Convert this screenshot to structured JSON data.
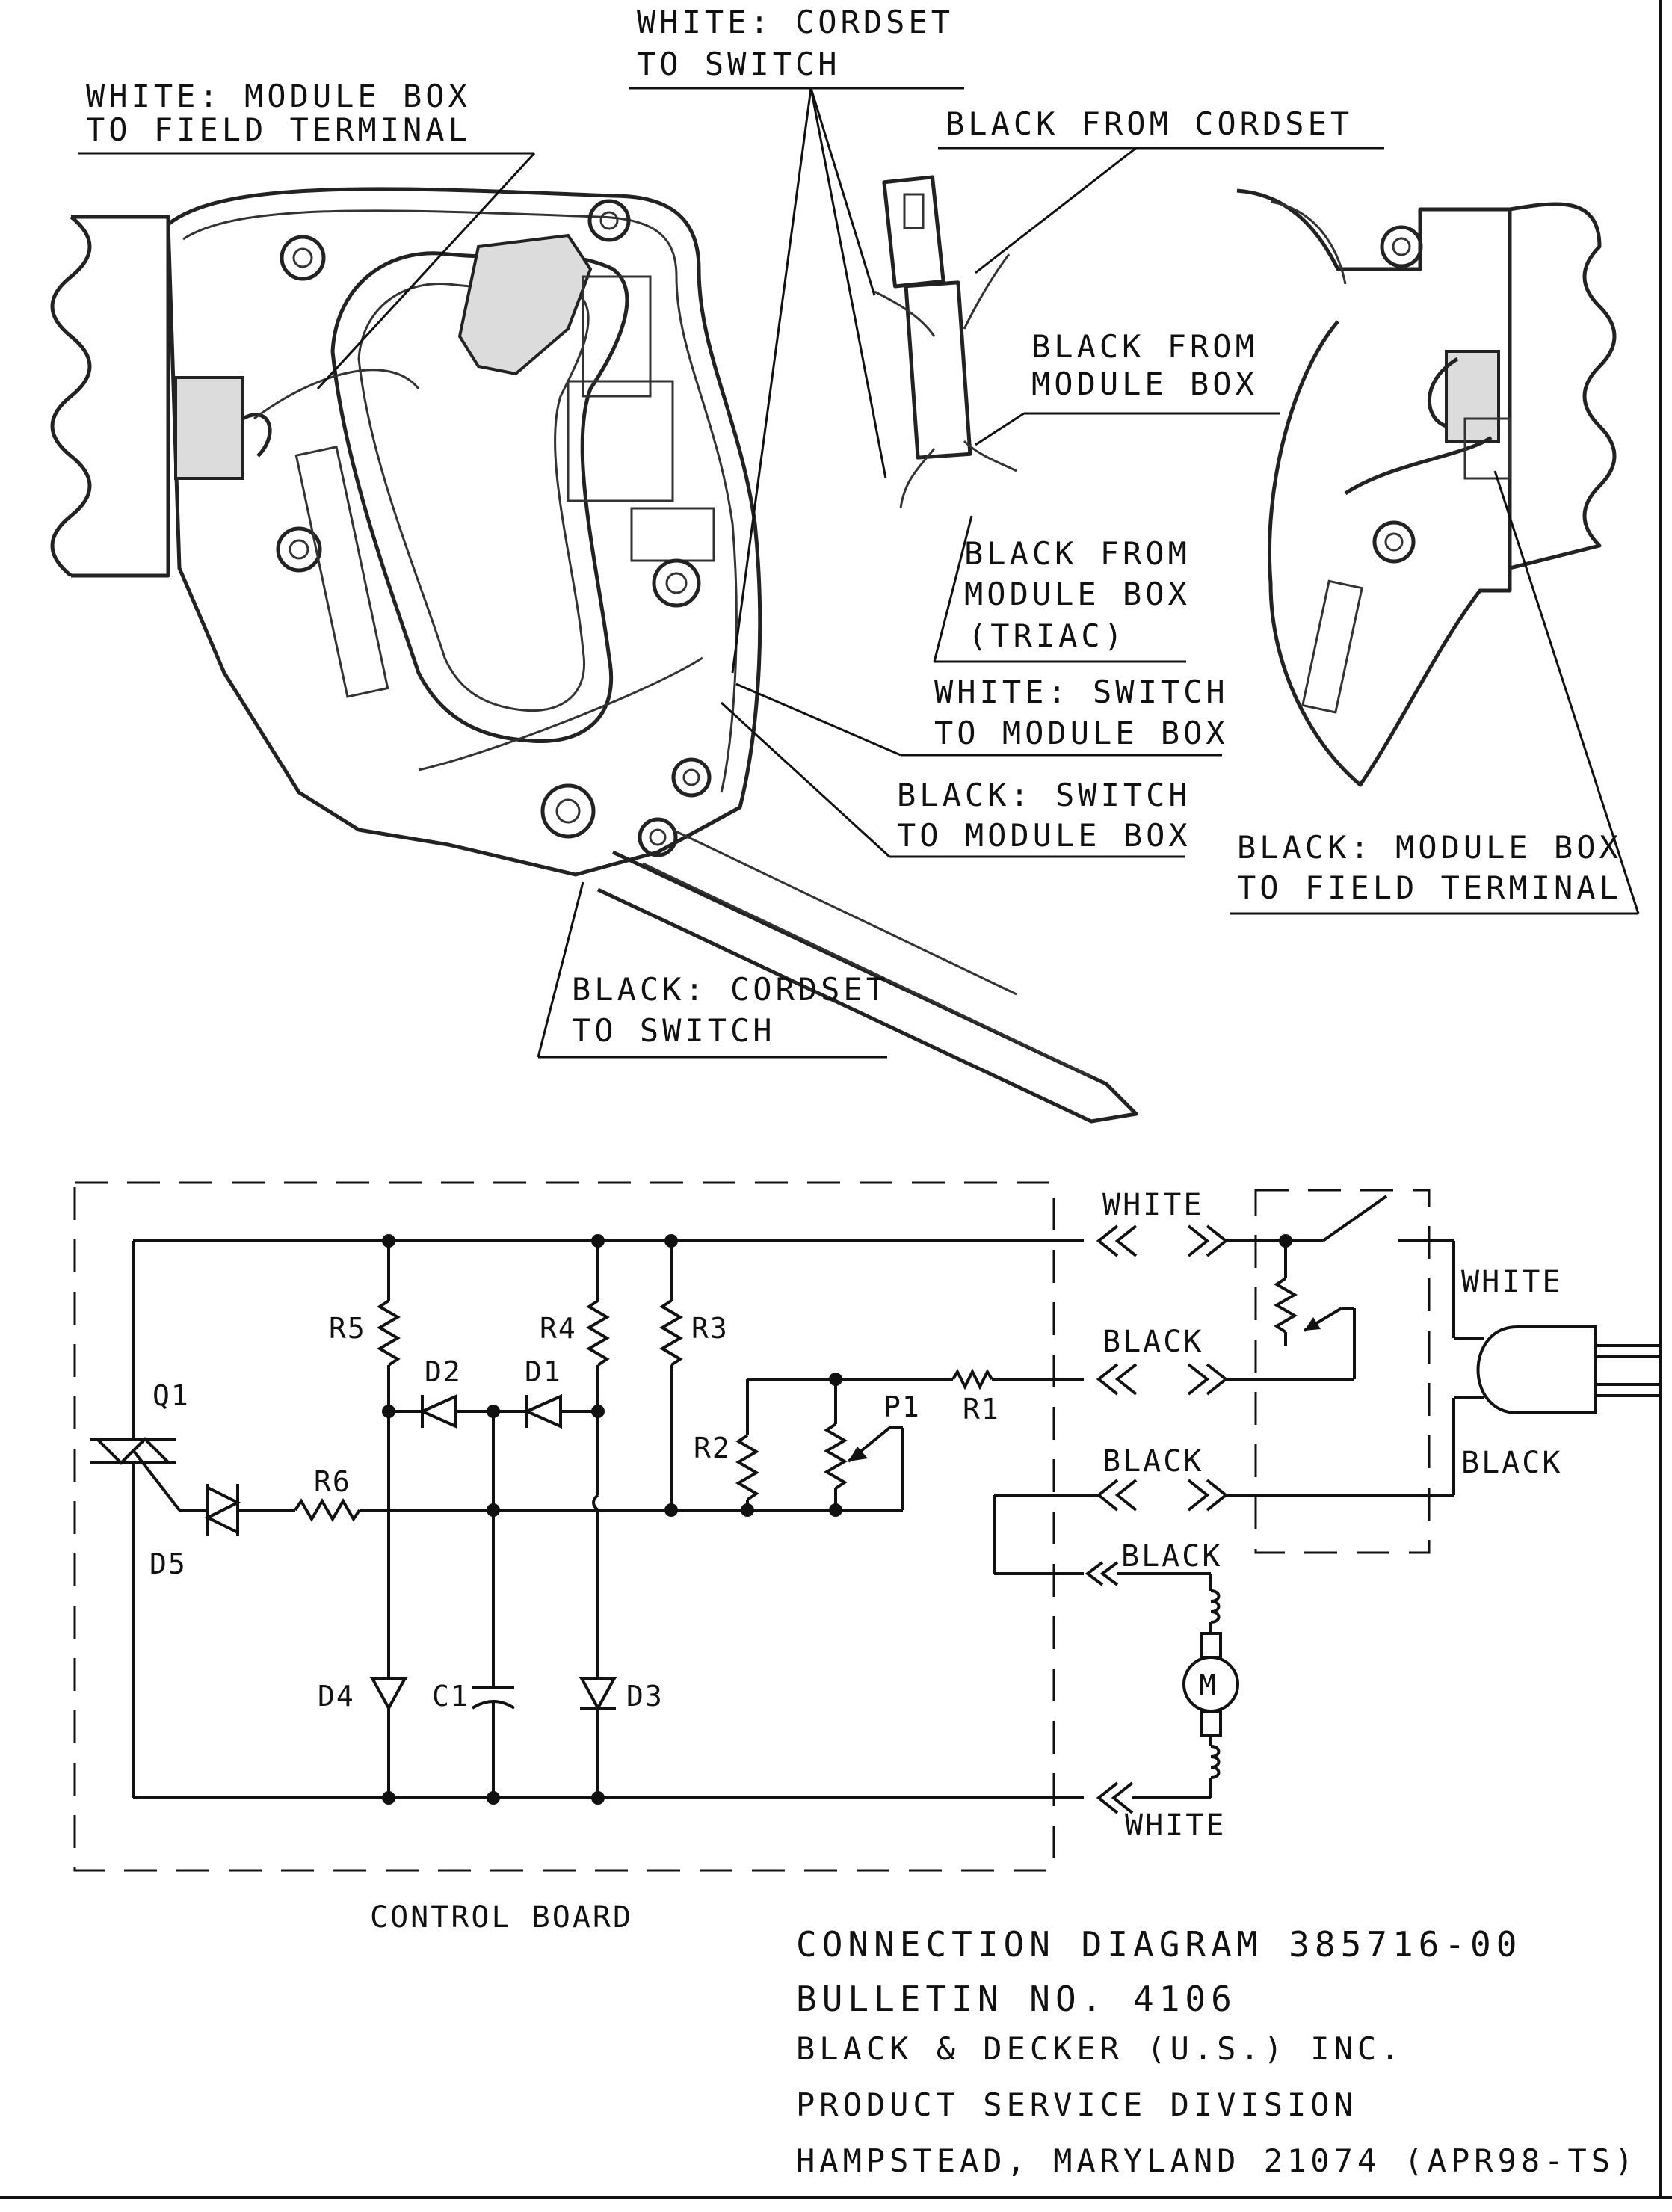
{
  "callouts": {
    "white_cordset_switch": [
      "WHITE: CORDSET",
      "TO SWITCH"
    ],
    "white_module_field": [
      "WHITE: MODULE BOX",
      "TO FIELD TERMINAL"
    ],
    "black_from_cordset": "BLACK FROM CORDSET",
    "black_from_module": [
      "BLACK FROM",
      "MODULE BOX"
    ],
    "black_from_module_triac": [
      "BLACK FROM",
      "MODULE BOX",
      "(TRIAC)"
    ],
    "white_switch_module": [
      "WHITE: SWITCH",
      "TO MODULE BOX"
    ],
    "black_switch_module": [
      "BLACK: SWITCH",
      "TO MODULE BOX"
    ],
    "black_module_field": [
      "BLACK: MODULE BOX",
      "TO FIELD TERMINAL"
    ],
    "black_cordset_switch": [
      "BLACK: CORDSET",
      "TO SWITCH"
    ]
  },
  "schematic": {
    "components": [
      "Q1",
      "D5",
      "R6",
      "R5",
      "D2",
      "D1",
      "R4",
      "R3",
      "R2",
      "P1",
      "R1",
      "D4",
      "C1",
      "D3"
    ],
    "motor": "M",
    "wires": {
      "top_white": "WHITE",
      "black_r1": "BLACK",
      "black_lower": "BLACK",
      "black_motor": "BLACK",
      "white_motor": "WHITE",
      "plug_white": "WHITE",
      "plug_black": "BLACK"
    },
    "board_label": "CONTROL BOARD"
  },
  "title_block": {
    "line1": "CONNECTION DIAGRAM 385716-00",
    "line2": "BULLETIN NO. 4106",
    "line3": "BLACK & DECKER (U.S.) INC.",
    "line4": "PRODUCT SERVICE DIVISION",
    "line5": "HAMPSTEAD, MARYLAND 21074 (APR98-TS)"
  },
  "icons": [
    "saw-handle-drawing",
    "switch-unit-drawing",
    "module-box-drawing",
    "motor-icon",
    "plug-icon"
  ]
}
